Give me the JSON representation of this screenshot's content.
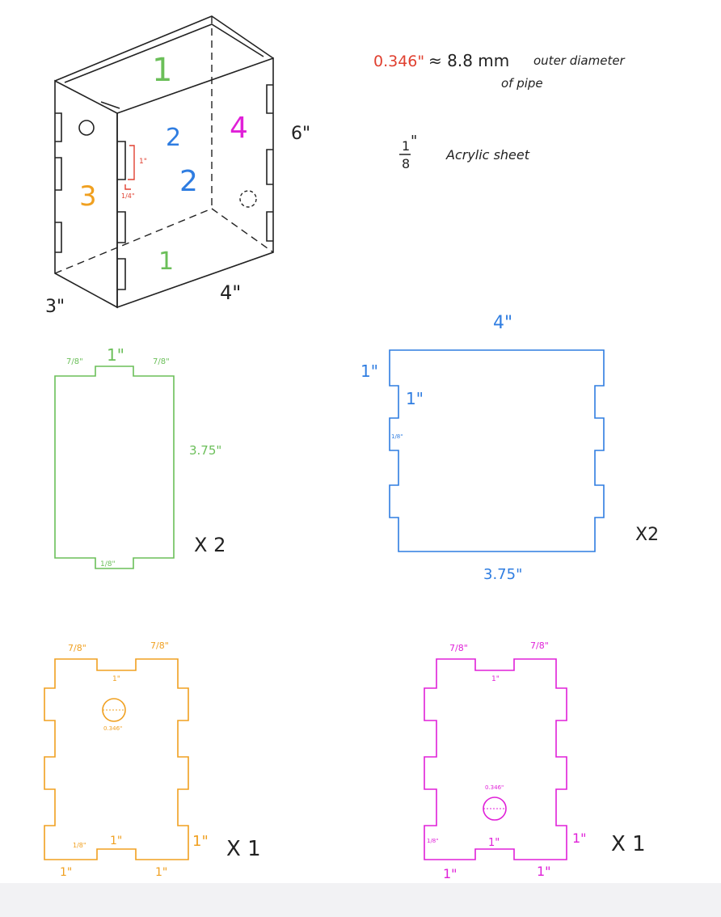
{
  "colors": {
    "ink": "#222222",
    "green": "#6bbf59",
    "blue": "#2f7de1",
    "orange": "#f0a020",
    "magenta": "#e020d8",
    "red": "#e04030"
  },
  "notes": {
    "pipe_value": "0.346\"",
    "pipe_equiv": "≈ 8.8 mm",
    "pipe_desc_line1": "outer diameter",
    "pipe_desc_line2": "of pipe",
    "sheet_fraction_num": "1",
    "sheet_fraction_den": "8",
    "sheet_fraction_mark": "\"",
    "sheet_desc": "Acrylic sheet"
  },
  "box3d": {
    "face_top": "1",
    "face_front_a": "2",
    "face_front_b": "2",
    "face_right": "4",
    "face_left": "3",
    "face_bottom": "1",
    "dim_height": "6\"",
    "dim_width": "4\"",
    "dim_depth": "3\"",
    "tab_len": "1\"",
    "tab_gap": "1/4\""
  },
  "panels": {
    "green": {
      "dim_top_left": "7/8\"",
      "dim_top_mid": "1\"",
      "dim_top_right": "7/8\"",
      "dim_side": "3.75\"",
      "dim_bottom": "1/8\"",
      "count": "X 2"
    },
    "blue": {
      "dim_top": "4\"",
      "dim_tab_top": "1\"",
      "dim_tab_mid": "1\"",
      "dim_notch": "1/8\"",
      "dim_bottom": "3.75\"",
      "count": "X2"
    },
    "orange": {
      "dim_top_left": "7/8\"",
      "dim_top_right": "7/8\"",
      "dim_notch_top": "1\"",
      "dim_hole": "0.346\"",
      "dim_notch_bottom": "1\"",
      "dim_side_gap": "1/8\"",
      "dim_right": "1\"",
      "dim_bottom_left": "1\"",
      "dim_bottom_right": "1\"",
      "count": "X 1"
    },
    "magenta": {
      "dim_top_left": "7/8\"",
      "dim_top_right": "7/8\"",
      "dim_notch_top": "1\"",
      "dim_hole": "0.346\"",
      "dim_side_gap": "1/8\"",
      "dim_notch_bottom": "1\"",
      "dim_right": "1\"",
      "dim_bottom_left": "1\"",
      "dim_bottom_right": "1\"",
      "count": "X 1"
    }
  }
}
